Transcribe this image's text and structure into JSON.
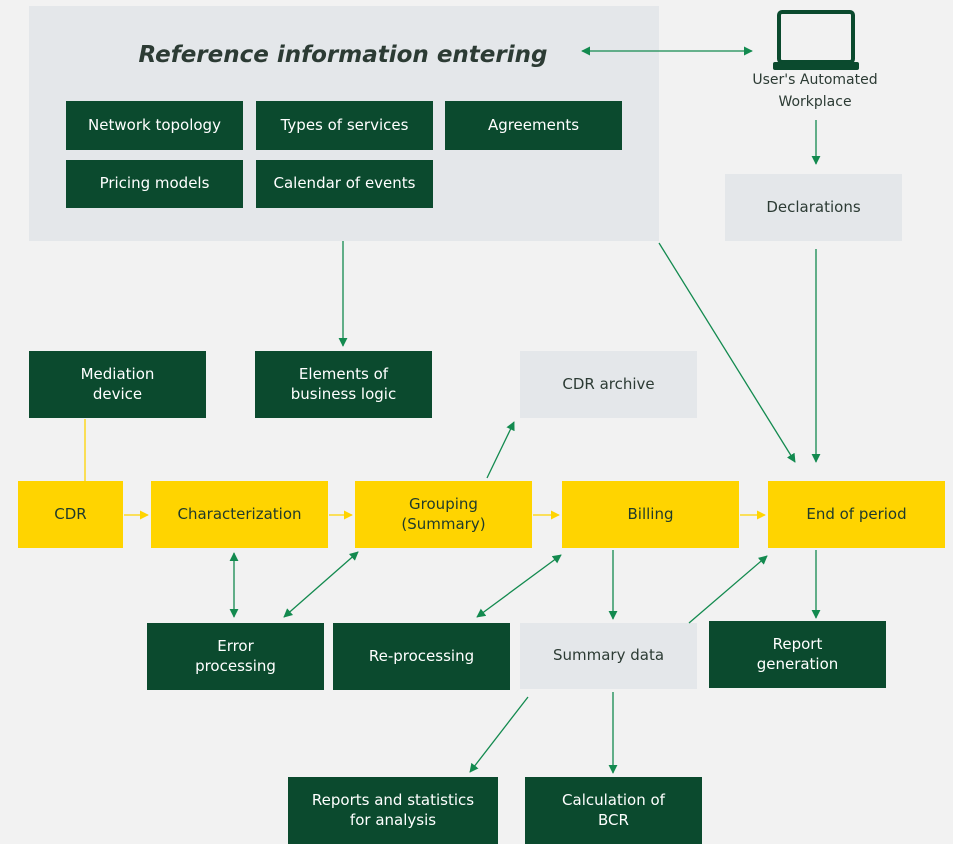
{
  "colors": {
    "dark_box": "#0b4a2e",
    "yellow_box": "#ffd400",
    "light_box": "#e4e7ea",
    "arrow": "#138a4f",
    "yellow_line": "#ffd400"
  },
  "reference_panel": {
    "title": "Reference information entering",
    "items": [
      "Network topology",
      "Types of services",
      "Agreements",
      "Pricing models",
      "Calendar of events"
    ]
  },
  "workplace": {
    "icon": "laptop-icon",
    "label": "User's Automated\nWorkplace"
  },
  "nodes": {
    "declarations": "Declarations",
    "mediation_device": "Mediation\ndevice",
    "business_logic": "Elements of\nbusiness logic",
    "cdr_archive": "CDR archive",
    "cdr": "CDR",
    "characterization": "Characterization",
    "grouping": "Grouping\n(Summary)",
    "billing": "Billing",
    "end_of_period": "End of period",
    "error_processing": "Error\nprocessing",
    "re_processing": "Re-processing",
    "summary_data": "Summary data",
    "report_generation": "Report\ngeneration",
    "reports_statistics": "Reports and statistics\nfor analysis",
    "calculation_bcr": "Calculation of\nBCR"
  }
}
